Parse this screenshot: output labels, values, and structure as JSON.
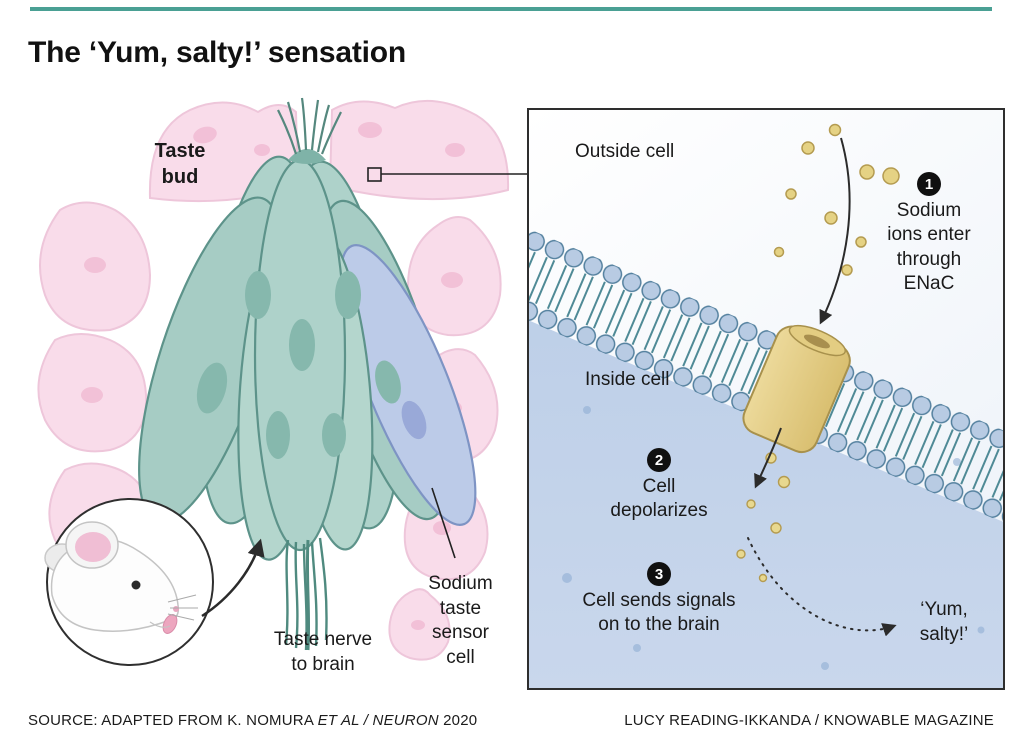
{
  "page": {
    "title": "The ‘Yum, salty!’ sensation",
    "footer": {
      "source_prefix": "SOURCE: ADAPTED FROM K. NOMURA ",
      "source_italic": "ET AL / NEURON",
      "source_suffix": " 2020",
      "credit": "LUCY READING-IKKANDA / KNOWABLE MAGAZINE"
    }
  },
  "taste_bud_panel": {
    "taste_bud_label": "Taste\nbud",
    "taste_nerve_label": "Taste nerve\nto brain",
    "sodium_cell_label": "Sodium\ntaste\nsensor\ncell"
  },
  "inset_panel": {
    "outside_cell_label": "Outside cell",
    "inside_cell_label": "Inside cell",
    "steps": [
      {
        "number": "1",
        "text": "Sodium\nions enter\nthrough\nENaC"
      },
      {
        "number": "2",
        "text": "Cell\ndepolarizes"
      },
      {
        "number": "3",
        "text": "Cell sends signals\non to the brain"
      }
    ],
    "yum_label": "‘Yum,\nsalty!’"
  },
  "colors": {
    "accent_teal": "#4aa094",
    "tissue_pink": "#f9dcea",
    "taste_cell_teal": "#aed2ca",
    "sensor_cell_blue": "#bccbe8",
    "membrane_blue": "#b8cbe3",
    "sodium_yellow": "#e5d284",
    "inside_cell_blue": "#c4d3e9"
  }
}
